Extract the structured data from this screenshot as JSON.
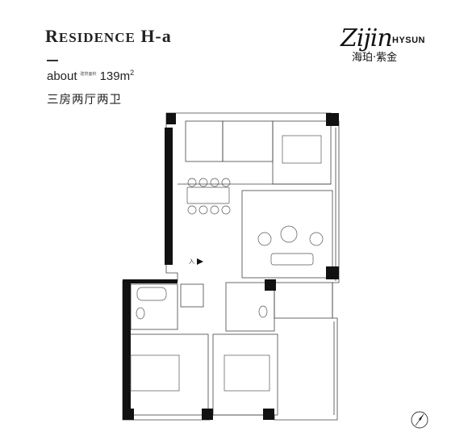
{
  "header": {
    "title_cap1": "R",
    "title_small": "ESIDENCE",
    "title_rest": " H-a",
    "about_label": "about",
    "area_prefix": "建筑面积",
    "area_value": "139m",
    "area_sup": "2",
    "layout_cn": "三房两厅两卫"
  },
  "brand": {
    "script": "Zijin",
    "en": "HYSUN",
    "cn": "海珀·紫金"
  },
  "icons": {
    "compass": "north-arrow-icon",
    "entrance": "entrance-arrow-icon"
  },
  "plan_label": "入"
}
